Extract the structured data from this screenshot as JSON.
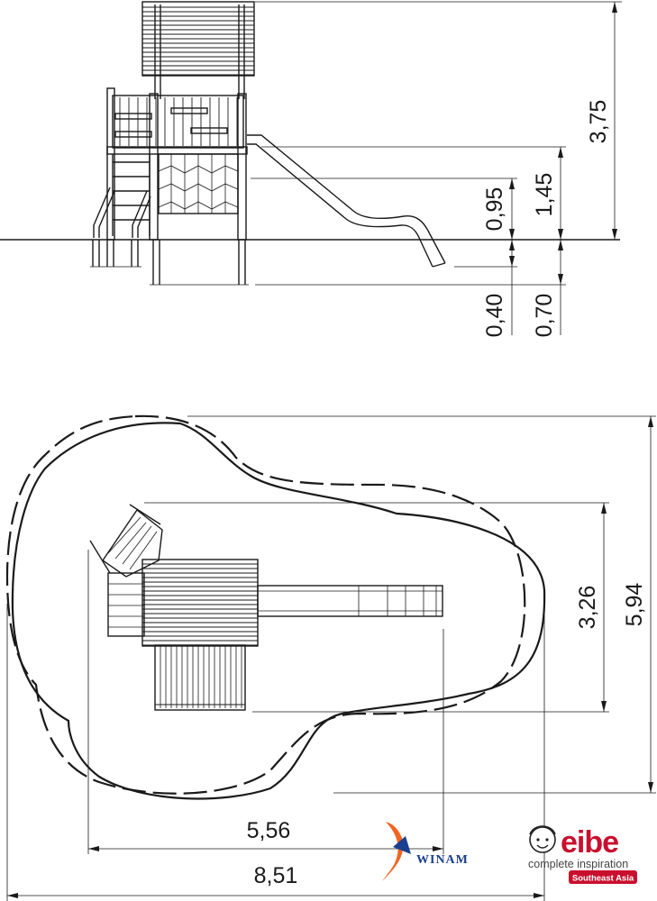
{
  "elevation": {
    "dimensions": {
      "total_height": "3,75",
      "slide_top": "1,45",
      "platform": "0,95",
      "foundation_short": "0,40",
      "foundation_long": "0,70"
    }
  },
  "plan": {
    "dimensions": {
      "structure_width": "3,26",
      "area_width": "5,94",
      "structure_length": "5,56",
      "area_length": "8,51"
    }
  },
  "logos": {
    "winam": {
      "text": "WINAM"
    },
    "eibe": {
      "name": "eibe",
      "tagline": "complete inspiration",
      "region": "Southeast Asia",
      "brand_color": "#c8102e"
    }
  }
}
